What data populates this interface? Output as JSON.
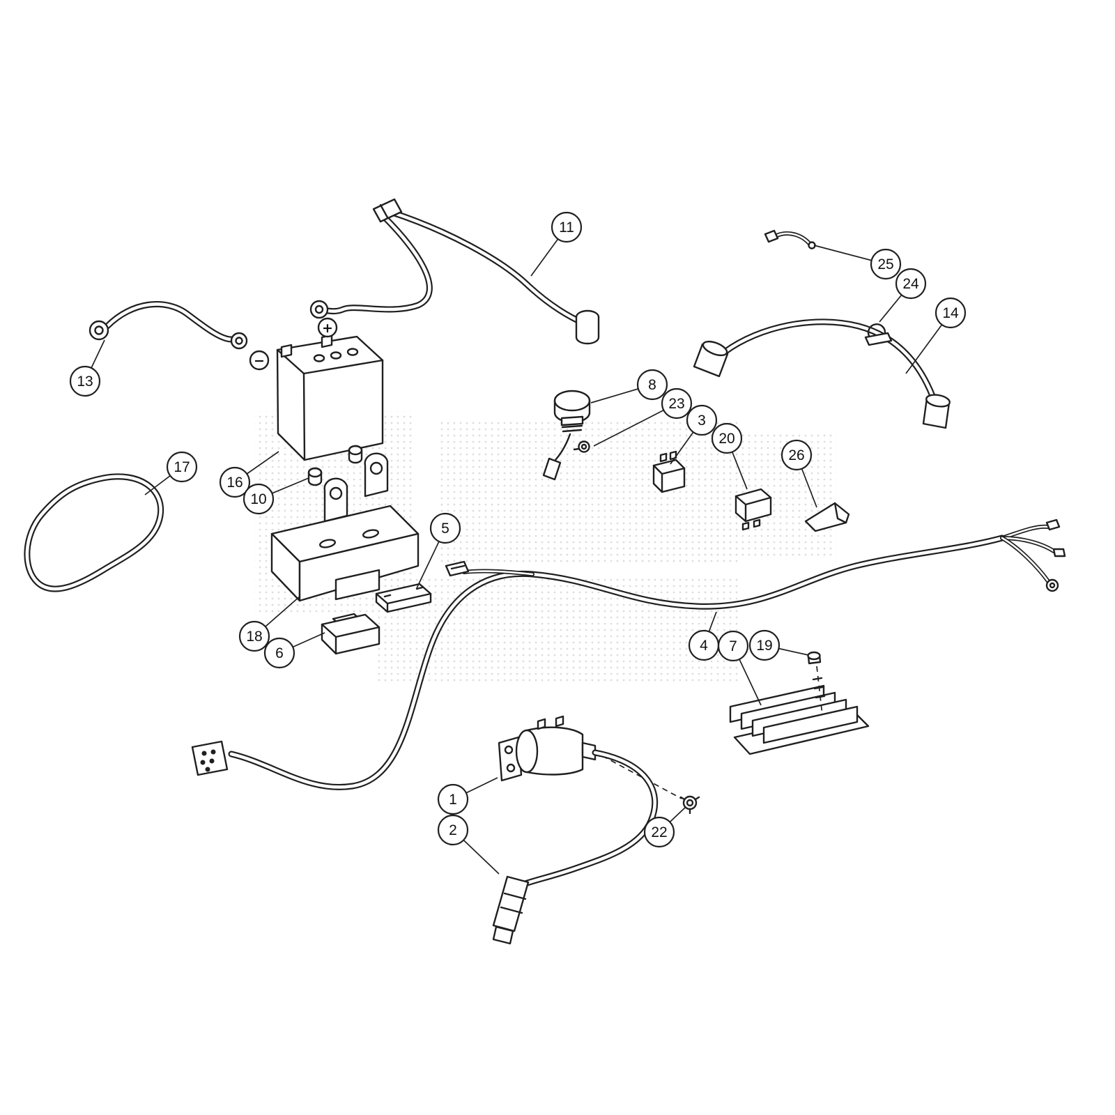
{
  "diagram": {
    "kind": "exploded parts diagram",
    "background": "#ffffff",
    "line_color": "#1f1f1f",
    "battery_symbols": {
      "positive": "+",
      "negative": "−"
    },
    "callouts": {
      "c1": "1",
      "c2": "2",
      "c3": "3",
      "c4": "4",
      "c5": "5",
      "c6": "6",
      "c7": "7",
      "c8": "8",
      "c10": "10",
      "c11": "11",
      "c13": "13",
      "c14": "14",
      "c16": "16",
      "c17": "17",
      "c18": "18",
      "c19": "19",
      "c20": "20",
      "c22": "22",
      "c23": "23",
      "c24": "24",
      "c25": "25",
      "c26": "26"
    }
  }
}
